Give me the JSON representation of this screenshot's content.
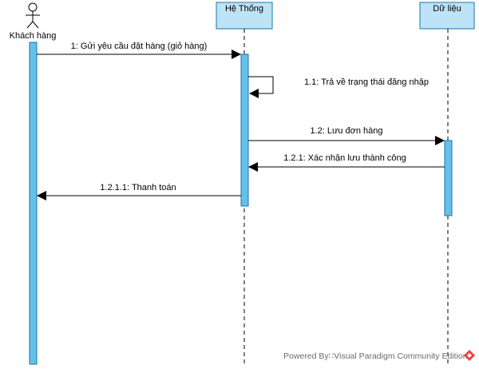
{
  "diagram": {
    "type": "uml-sequence",
    "lifelines": [
      {
        "id": "khach-hang",
        "label": "Khách hàng",
        "kind": "actor"
      },
      {
        "id": "he-thong",
        "label": "Hệ Thống",
        "kind": "object"
      },
      {
        "id": "du-lieu",
        "label": "Dữ liệu",
        "kind": "object"
      }
    ],
    "messages": [
      {
        "label": "1: Gửi yêu cầu đặt hàng (giỏ hàng)",
        "from": "khach-hang",
        "to": "he-thong",
        "kind": "sync"
      },
      {
        "label": "1.1: Trả về trạng thái đăng nhập",
        "from": "he-thong",
        "to": "he-thong",
        "kind": "self"
      },
      {
        "label": "1.2: Lưu đơn hàng",
        "from": "he-thong",
        "to": "du-lieu",
        "kind": "sync"
      },
      {
        "label": "1.2.1: Xác nhận lưu thành công",
        "from": "du-lieu",
        "to": "he-thong",
        "kind": "sync"
      },
      {
        "label": "1.2.1.1: Thanh toán",
        "from": "he-thong",
        "to": "khach-hang",
        "kind": "sync"
      }
    ],
    "colors": {
      "activation_fill": "#63c1ea",
      "object_fill": "#bde3f7",
      "object_border": "#1a76a8",
      "line": "#000000",
      "logo": "#e8453c"
    }
  },
  "watermark": {
    "prefix": "Powered By∷",
    "text": "Visual Paradigm Community Edition"
  }
}
